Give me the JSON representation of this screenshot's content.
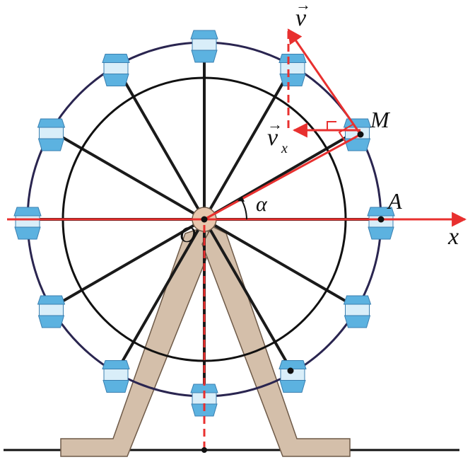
{
  "labels": {
    "velocity": "v",
    "velocity_x": "v",
    "velocity_x_subscript": "x",
    "point_m": "M",
    "point_a": "A",
    "axis_x": "x",
    "center": "O",
    "angle": "α",
    "vector_arrow": "→"
  },
  "colors": {
    "red": "#e8302f",
    "outer_rim": "#2a2550",
    "spokes": "#1a1a1a",
    "cabin_fill": "#5cb2e0",
    "cabin_light": "#d9eef9",
    "cabin_stroke": "#3a7fb0",
    "support": "#d4bfaa",
    "support_stroke": "#6e5a48",
    "hub": "#e7c6ad"
  },
  "wheel": {
    "cabin_count": 12,
    "spoke_count": 12
  }
}
